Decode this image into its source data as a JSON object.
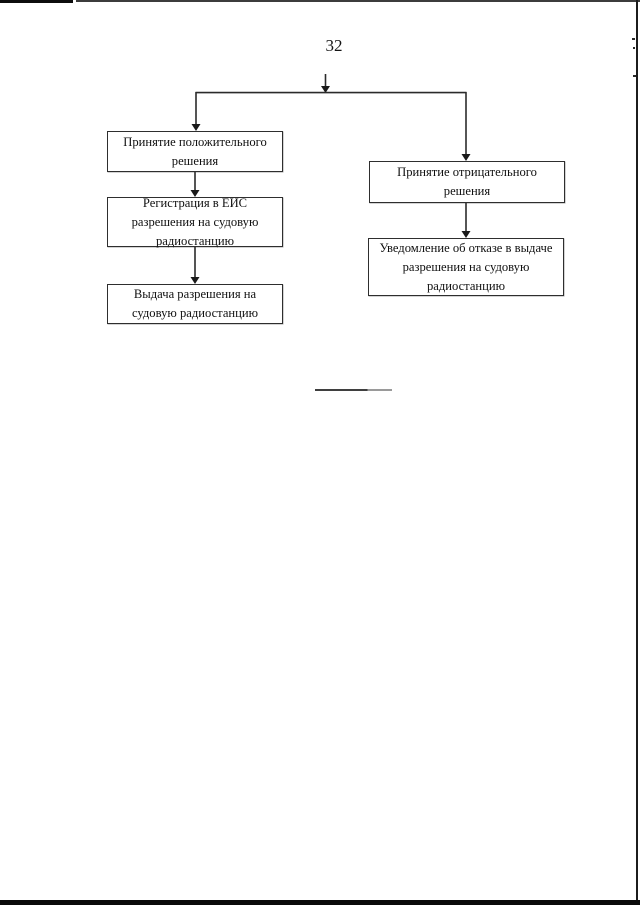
{
  "page": {
    "number": "32"
  },
  "flowchart": {
    "left_branch": [
      {
        "label": "Принятие положительного\nрешения"
      },
      {
        "label": "Регистрация в ЕИС\nразрешения на судовую\nрадиостанцию"
      },
      {
        "label": "Выдача разрешения на\nсудовую радиостанцию"
      }
    ],
    "right_branch": [
      {
        "label": "Принятие отрицательного\nрешения"
      },
      {
        "label": "Уведомление об отказе в выдаче\nразрешения на судовую\nрадиостанцию"
      }
    ]
  },
  "colors": {
    "ink": "#111111",
    "line": "#2b2b2b",
    "page_background": "#ffffff"
  }
}
